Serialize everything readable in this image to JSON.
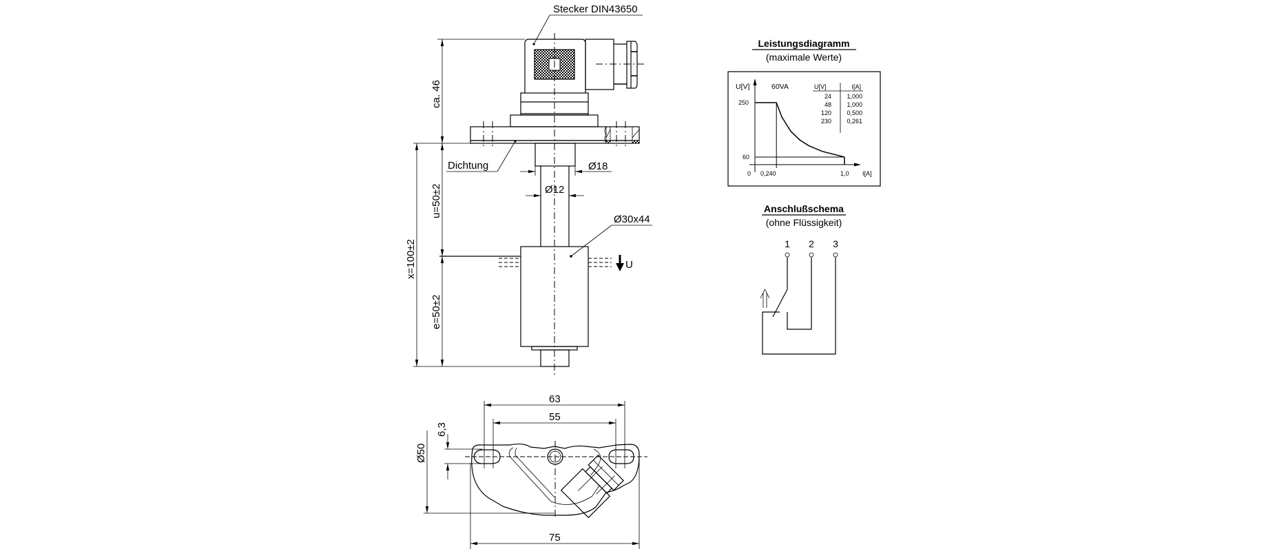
{
  "main_view": {
    "connector_label": "Stecker DIN43650",
    "seal_label": "Dichtung",
    "dims": {
      "connector_height": "ca. 46",
      "total_length": "x=100±2",
      "upper_length": "u=50±2",
      "lower_length": "e=50±2",
      "stem_outer_dia": "Ø18",
      "stem_inner_dia": "Ø12",
      "float_size": "Ø30x44"
    },
    "liquid_direction_label": "U"
  },
  "bottom_view": {
    "dims": {
      "hole_spacing_outer": "63",
      "hole_spacing_inner": "55",
      "hole_width": "6,3",
      "diameter": "Ø50",
      "total_width": "75"
    }
  },
  "power_diagram": {
    "title": "Leistungsdiagramm",
    "subtitle": "(maximale Werte)",
    "chart_data": {
      "type": "line",
      "title": "60VA",
      "xlabel": "I[A]",
      "ylabel": "U[V]",
      "x_ticks": [
        "0",
        "0,240",
        "1,0"
      ],
      "y_ticks": [
        "250",
        "60"
      ],
      "curve_description": "Constant power 60VA hyperbola U = 60/I, capped at 250 V (I ≤ 0,240 A) and ending at 60 V (I = 1,0 A)",
      "points": [
        {
          "I": 0,
          "U": 250
        },
        {
          "I": 0.24,
          "U": 250
        },
        {
          "I": 0.3,
          "U": 200
        },
        {
          "I": 0.4,
          "U": 150
        },
        {
          "I": 0.5,
          "U": 120
        },
        {
          "I": 0.6,
          "U": 100
        },
        {
          "I": 0.75,
          "U": 80
        },
        {
          "I": 1.0,
          "U": 60
        }
      ],
      "xlim": [
        0,
        1.0
      ],
      "ylim": [
        0,
        250
      ]
    },
    "table": {
      "headers": [
        "U[V]",
        "I[A]"
      ],
      "rows": [
        [
          "24",
          "1,000"
        ],
        [
          "48",
          "1,000"
        ],
        [
          "120",
          "0,500"
        ],
        [
          "230",
          "0,261"
        ]
      ]
    }
  },
  "wiring_diagram": {
    "title": "Anschlußschema",
    "subtitle": "(ohne Flüssigkeit)",
    "terminals": [
      "1",
      "2",
      "3"
    ]
  }
}
